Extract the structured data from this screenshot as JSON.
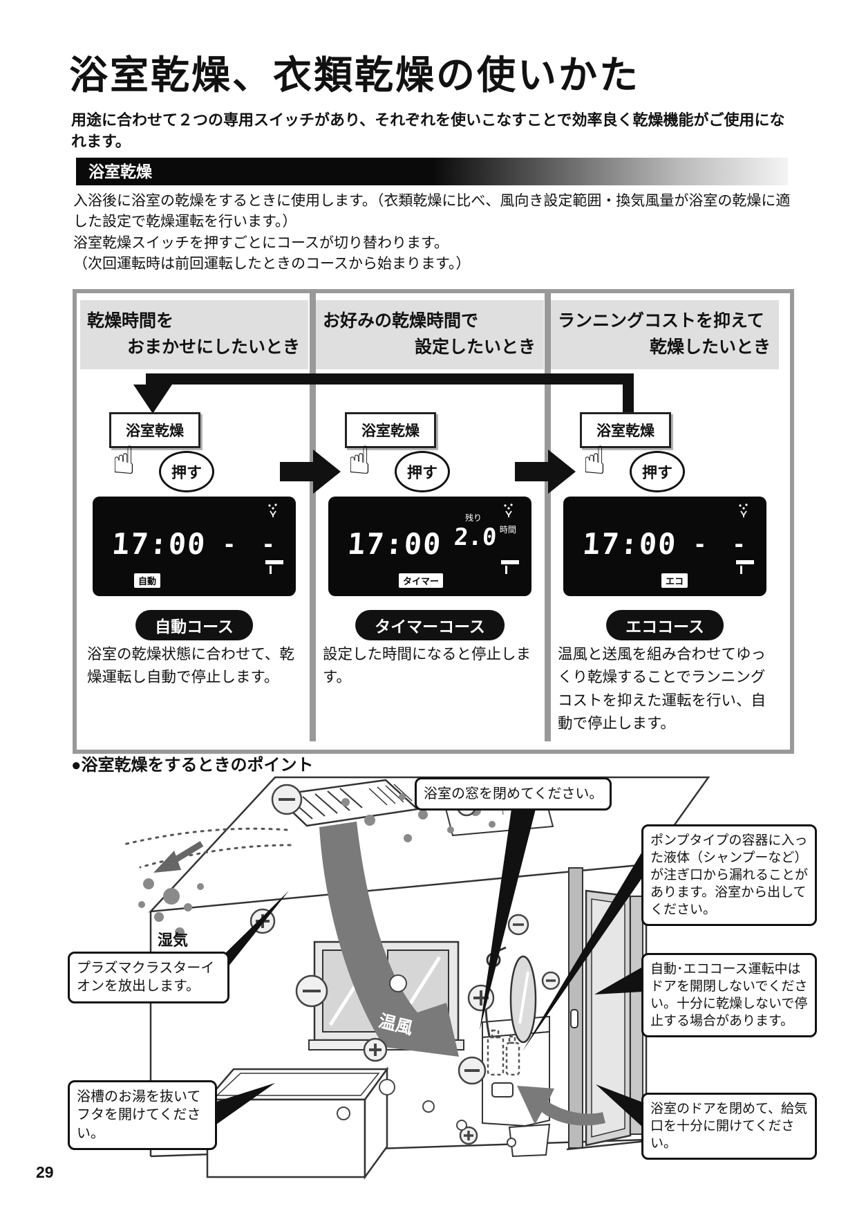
{
  "page": {
    "number": "29",
    "title": "浴室乾燥、衣類乾燥の使いかた",
    "intro": "用途に合わせて２つの専用スイッチがあり、それぞれを使いこなすことで効率良く乾燥機能がご使用になれます。",
    "section": {
      "header": "浴室乾燥",
      "paragraphs": [
        "入浴後に浴室の乾燥をするときに使用します。（衣類乾燥に比べ、風向き設定範囲・換気風量が浴室の乾燥に適した設定で乾燥運転を行います。）",
        "浴室乾燥スイッチを押すごとにコースが切り替わります。",
        "（次回運転時は前回運転したときのコースから始まります。）"
      ]
    }
  },
  "icons": {
    "press_hand": "☝",
    "ion_indicator": "ion-emission-icon"
  },
  "colors": {
    "accent_black": "#111111",
    "box_border_gray": "#999999",
    "header_gray": "#dfdfdf",
    "lcd_background": "#0a0a0a",
    "diagram_gray": "#7a7a7a"
  },
  "courses": {
    "columns": [
      {
        "heading_line1": "乾燥時間を",
        "heading_line2": "おまかせにしたいとき",
        "switch_label": "浴室乾燥",
        "press_label": "押す",
        "display": {
          "time": "17:00",
          "value_right": "- -",
          "mode_label": "自動"
        },
        "course_name": "自動コース",
        "description": "浴室の乾燥状態に合わせて、乾燥運転し自動で停止します。"
      },
      {
        "heading_line1": "お好みの乾燥時間で",
        "heading_line2": "設定したいとき",
        "switch_label": "浴室乾燥",
        "press_label": "押す",
        "display": {
          "time": "17:00",
          "remain_label": "残り",
          "remain_value": "2.0",
          "remain_unit": "時間",
          "mode_label": "タイマー"
        },
        "course_name": "タイマーコース",
        "description": "設定した時間になると停止します。"
      },
      {
        "heading_line1": "ランニングコストを抑えて",
        "heading_line2": "乾燥したいとき",
        "switch_label": "浴室乾燥",
        "press_label": "押す",
        "display": {
          "time": "17:00",
          "value_right": "- -",
          "mode_label": "エコ"
        },
        "course_name": "エココース",
        "description": "温風と送風を組み合わせてゆっくり乾燥することでランニングコストを抑えた運転を行い、自動で停止します。"
      }
    ]
  },
  "points": {
    "heading": "●浴室乾燥をするときのポイント",
    "callouts": [
      {
        "id": "close-window",
        "text": "浴室の窓を閉めてください。"
      },
      {
        "id": "plasmacluster",
        "text": "プラズマクラスターイオンを放出します。"
      },
      {
        "id": "drain-tub",
        "text": "浴槽のお湯を抜いてフタを開けてください。"
      },
      {
        "id": "pump-bottles",
        "text": "ポンプタイプの容器に入った液体（シャンプーなど）が注ぎ口から漏れることがあります。浴室から出してください。"
      },
      {
        "id": "keep-door-shut",
        "text": "自動･エココース運転中はドアを開閉しないでください。十分に乾燥しないで停止する場合があります。"
      },
      {
        "id": "open-intake",
        "text": "浴室のドアを閉めて、給気口を十分に開けてください。"
      }
    ],
    "labels": {
      "moisture": "湿気",
      "warm_air": "温風"
    }
  }
}
